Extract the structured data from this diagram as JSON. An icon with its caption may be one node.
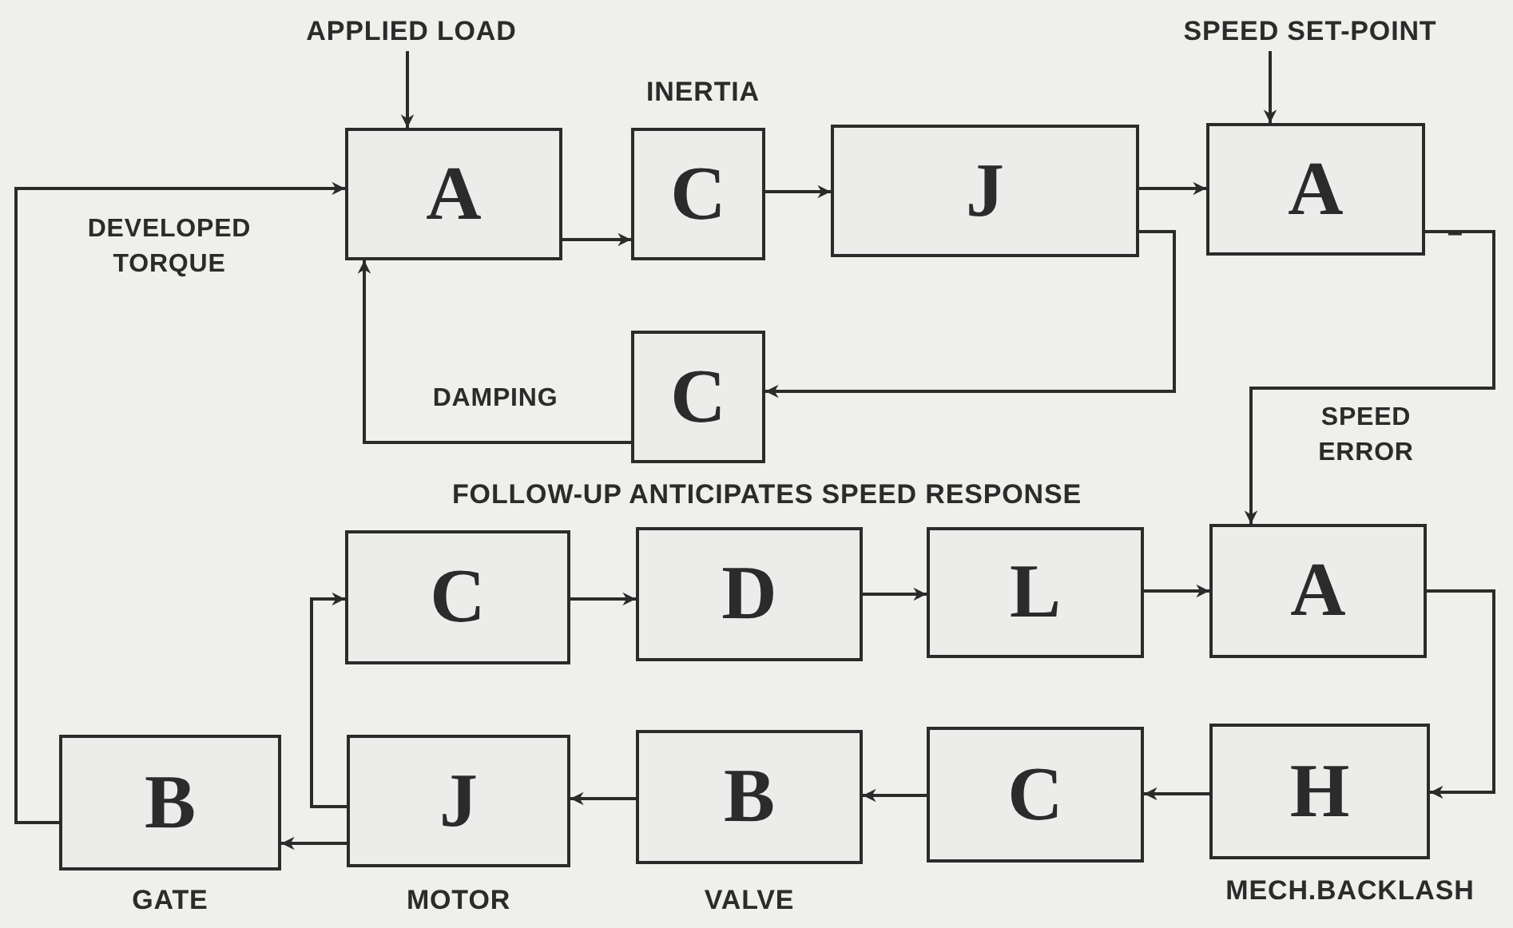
{
  "diagram": {
    "nodes": [
      {
        "text": [
          "APPLIED LOAD"
        ]
      },
      {
        "text": [
          "SPEED SET-POINT"
        ]
      },
      {
        "text": [
          "A"
        ]
      },
      {
        "text": [
          "C"
        ],
        "beside": [
          "INERTIA"
        ]
      },
      {
        "text": [
          "J"
        ]
      },
      {
        "text": [
          "A"
        ]
      },
      {
        "text": [
          "C"
        ]
      },
      {
        "text": [
          "C"
        ]
      },
      {
        "text": [
          "D"
        ]
      },
      {
        "text": [
          "L"
        ]
      },
      {
        "text": [
          "A"
        ]
      },
      {
        "text": [
          "B"
        ],
        "beside": [
          "GATE"
        ]
      },
      {
        "text": [
          "J"
        ],
        "beside": [
          "MOTOR"
        ]
      },
      {
        "text": [
          "B"
        ],
        "beside": [
          "VALVE"
        ]
      },
      {
        "text": [
          "C"
        ]
      },
      {
        "text": [
          "H"
        ],
        "beside": [
          "MECH.BACKLASH"
        ]
      }
    ],
    "edges": [
      {
        "from": 0,
        "to": 2,
        "arrow": "to"
      },
      {
        "from": 2,
        "to": 3,
        "arrow": "to"
      },
      {
        "from": 3,
        "to": 4,
        "arrow": "to"
      },
      {
        "from": 4,
        "to": 5,
        "arrow": "to"
      },
      {
        "from": 1,
        "to": 5,
        "arrow": "to"
      },
      {
        "from": 4,
        "to": 6,
        "arrow": "to"
      },
      {
        "from": 6,
        "to": 2,
        "arrow": "to",
        "label": "DAMPING"
      },
      {
        "from": 5,
        "to": 10,
        "arrow": "to",
        "label": "SPEED ERROR"
      },
      {
        "from": 7,
        "to": 8,
        "arrow": "to"
      },
      {
        "from": 8,
        "to": 9,
        "arrow": "to"
      },
      {
        "from": 9,
        "to": 10,
        "arrow": "to"
      },
      {
        "from": 10,
        "to": 15,
        "arrow": "to"
      },
      {
        "from": 15,
        "to": 14,
        "arrow": "to"
      },
      {
        "from": 14,
        "to": 13,
        "arrow": "to"
      },
      {
        "from": 13,
        "to": 12,
        "arrow": "to"
      },
      {
        "from": 12,
        "to": 11,
        "arrow": "to"
      },
      {
        "from": 12,
        "to": 7,
        "arrow": "to"
      },
      {
        "from": 11,
        "to": 2,
        "arrow": "to",
        "label": "DEVELOPED TORQUE"
      }
    ],
    "labels": [
      "–",
      "FOLLOW-UP ANTICIPATES SPEED RESPONSE"
    ]
  }
}
